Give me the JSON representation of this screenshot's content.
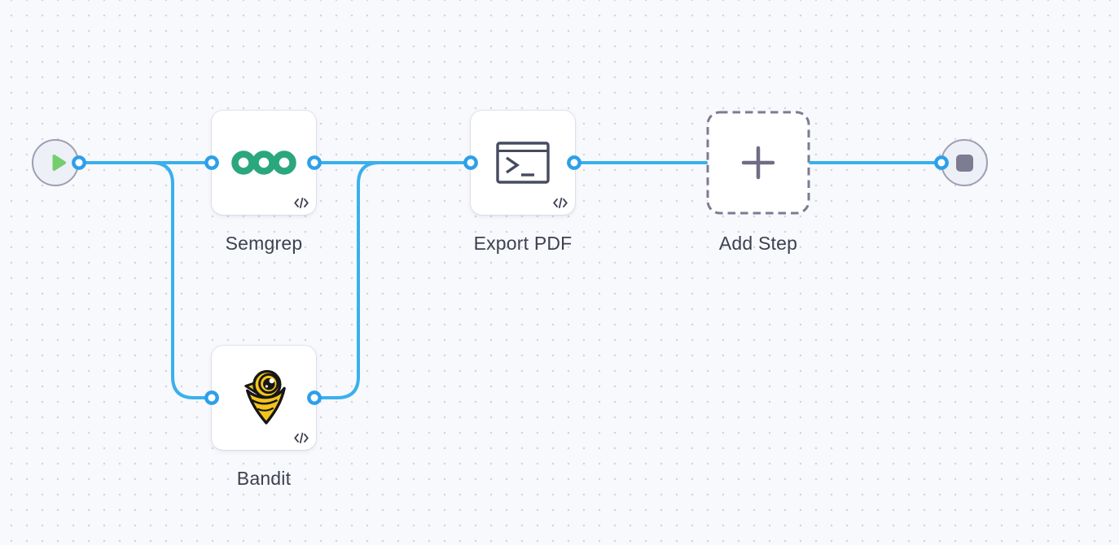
{
  "canvas": {
    "background_color": "#f8f9fd",
    "dot_color": "#d3d4de",
    "edge_color": "#3ab0ec",
    "port_ring_color": "#2e9fe9",
    "label_color": "#3d4150"
  },
  "workflow": {
    "start": {
      "type": "start",
      "icon": "play-icon",
      "icon_color": "#74ce6e",
      "fill": "#eef0f8",
      "border": "#a09eb1"
    },
    "end": {
      "type": "end",
      "icon": "stop-icon",
      "icon_color": "#7e7c92",
      "fill": "#eef0f8",
      "border": "#a09eb1"
    },
    "steps": [
      {
        "id": "semgrep",
        "label": "Semgrep",
        "icon": "semgrep-logo-icon",
        "icon_color": "#2aa77d",
        "badge": "code-badge-icon"
      },
      {
        "id": "bandit",
        "label": "Bandit",
        "icon": "bandit-logo-icon",
        "icon_color": "#f2c41d",
        "badge": "code-badge-icon"
      },
      {
        "id": "export-pdf",
        "label": "Export PDF",
        "icon": "terminal-icon",
        "icon_color": "#474b60",
        "badge": "code-badge-icon"
      },
      {
        "id": "add-step",
        "label": "Add Step",
        "icon": "plus-icon",
        "icon_color": "#6f6d84",
        "type": "placeholder",
        "border_style": "dashed",
        "border_color": "#7d7b92"
      }
    ],
    "connections": [
      {
        "from": "start",
        "to": "semgrep"
      },
      {
        "from": "start",
        "to": "bandit"
      },
      {
        "from": "semgrep",
        "to": "export-pdf"
      },
      {
        "from": "bandit",
        "to": "export-pdf"
      },
      {
        "from": "export-pdf",
        "to": "add-step"
      },
      {
        "from": "add-step",
        "to": "end"
      }
    ]
  }
}
